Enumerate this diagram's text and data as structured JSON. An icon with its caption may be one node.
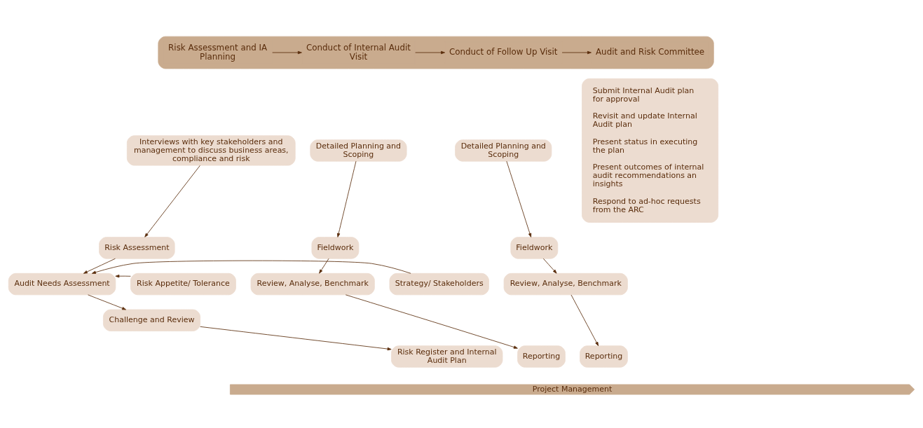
{
  "diagram": {
    "nodes": [
      {
        "text": [],
        "shape": "bar"
      },
      {
        "text": [
          "Risk Assessment and IA Planning"
        ],
        "in": 0
      },
      {
        "text": [
          "Conduct of Internal Audit Visit"
        ],
        "in": 0
      },
      {
        "text": [
          "Conduct of Follow Up Visit"
        ],
        "in": 0
      },
      {
        "text": [
          "Audit and Risk Committee"
        ],
        "in": 0
      },
      {
        "text": [
          "Interviews with key stakeholders and management to discuss business areas, compliance and risk"
        ]
      },
      {
        "text": [
          "Risk Assessment"
        ]
      },
      {
        "text": [
          "Strategy/ Stakeholders"
        ]
      },
      {
        "text": [
          "Audit Needs Assessment"
        ]
      },
      {
        "text": [
          "Risk Appetite/ Tolerance"
        ]
      },
      {
        "text": [
          "Challenge and Review"
        ]
      },
      {
        "text": [
          "Risk Register and Internal Audit Plan"
        ]
      },
      {
        "text": [
          "Detailed Planning and Scoping"
        ]
      },
      {
        "text": [
          "Fieldwork"
        ]
      },
      {
        "text": [
          "Review, Analyse, Benchmark"
        ]
      },
      {
        "text": [
          "Reporting"
        ]
      },
      {
        "text": [
          "Detailed Planning and Scoping"
        ]
      },
      {
        "text": [
          "Fieldwork"
        ]
      },
      {
        "text": [
          "Review, Analyse, Benchmark"
        ]
      },
      {
        "text": [
          "Reporting"
        ]
      },
      {
        "text": [
          "Submit Internal Audit plan for approval",
          "Revisit and update Internal Audit plan",
          "Present status in executing the plan",
          "Present outcomes of internal audit recommendations an insights",
          "Respond to ad-hoc requests from the ARC"
        ]
      },
      {
        "text": [
          "Project Management"
        ]
      }
    ],
    "edges": [
      {
        "from": 1,
        "to": 2,
        "arrow": "to"
      },
      {
        "from": 2,
        "to": 3,
        "arrow": "to"
      },
      {
        "from": 3,
        "to": 4,
        "arrow": "to"
      },
      {
        "from": 5,
        "to": 6,
        "arrow": "to"
      },
      {
        "from": 6,
        "to": 8,
        "arrow": "to"
      },
      {
        "from": 7,
        "to": 8,
        "arrow": "to"
      },
      {
        "from": 9,
        "to": 8,
        "arrow": "to"
      },
      {
        "from": 8,
        "to": 10,
        "arrow": "to"
      },
      {
        "from": 10,
        "to": 11,
        "arrow": "to"
      },
      {
        "from": 12,
        "to": 13,
        "arrow": "to"
      },
      {
        "from": 13,
        "to": 14,
        "arrow": "to"
      },
      {
        "from": 14,
        "to": 15,
        "arrow": "to"
      },
      {
        "from": 16,
        "to": 17,
        "arrow": "to"
      },
      {
        "from": 17,
        "to": 18,
        "arrow": "to"
      },
      {
        "from": 18,
        "to": 19,
        "arrow": "to"
      }
    ]
  }
}
